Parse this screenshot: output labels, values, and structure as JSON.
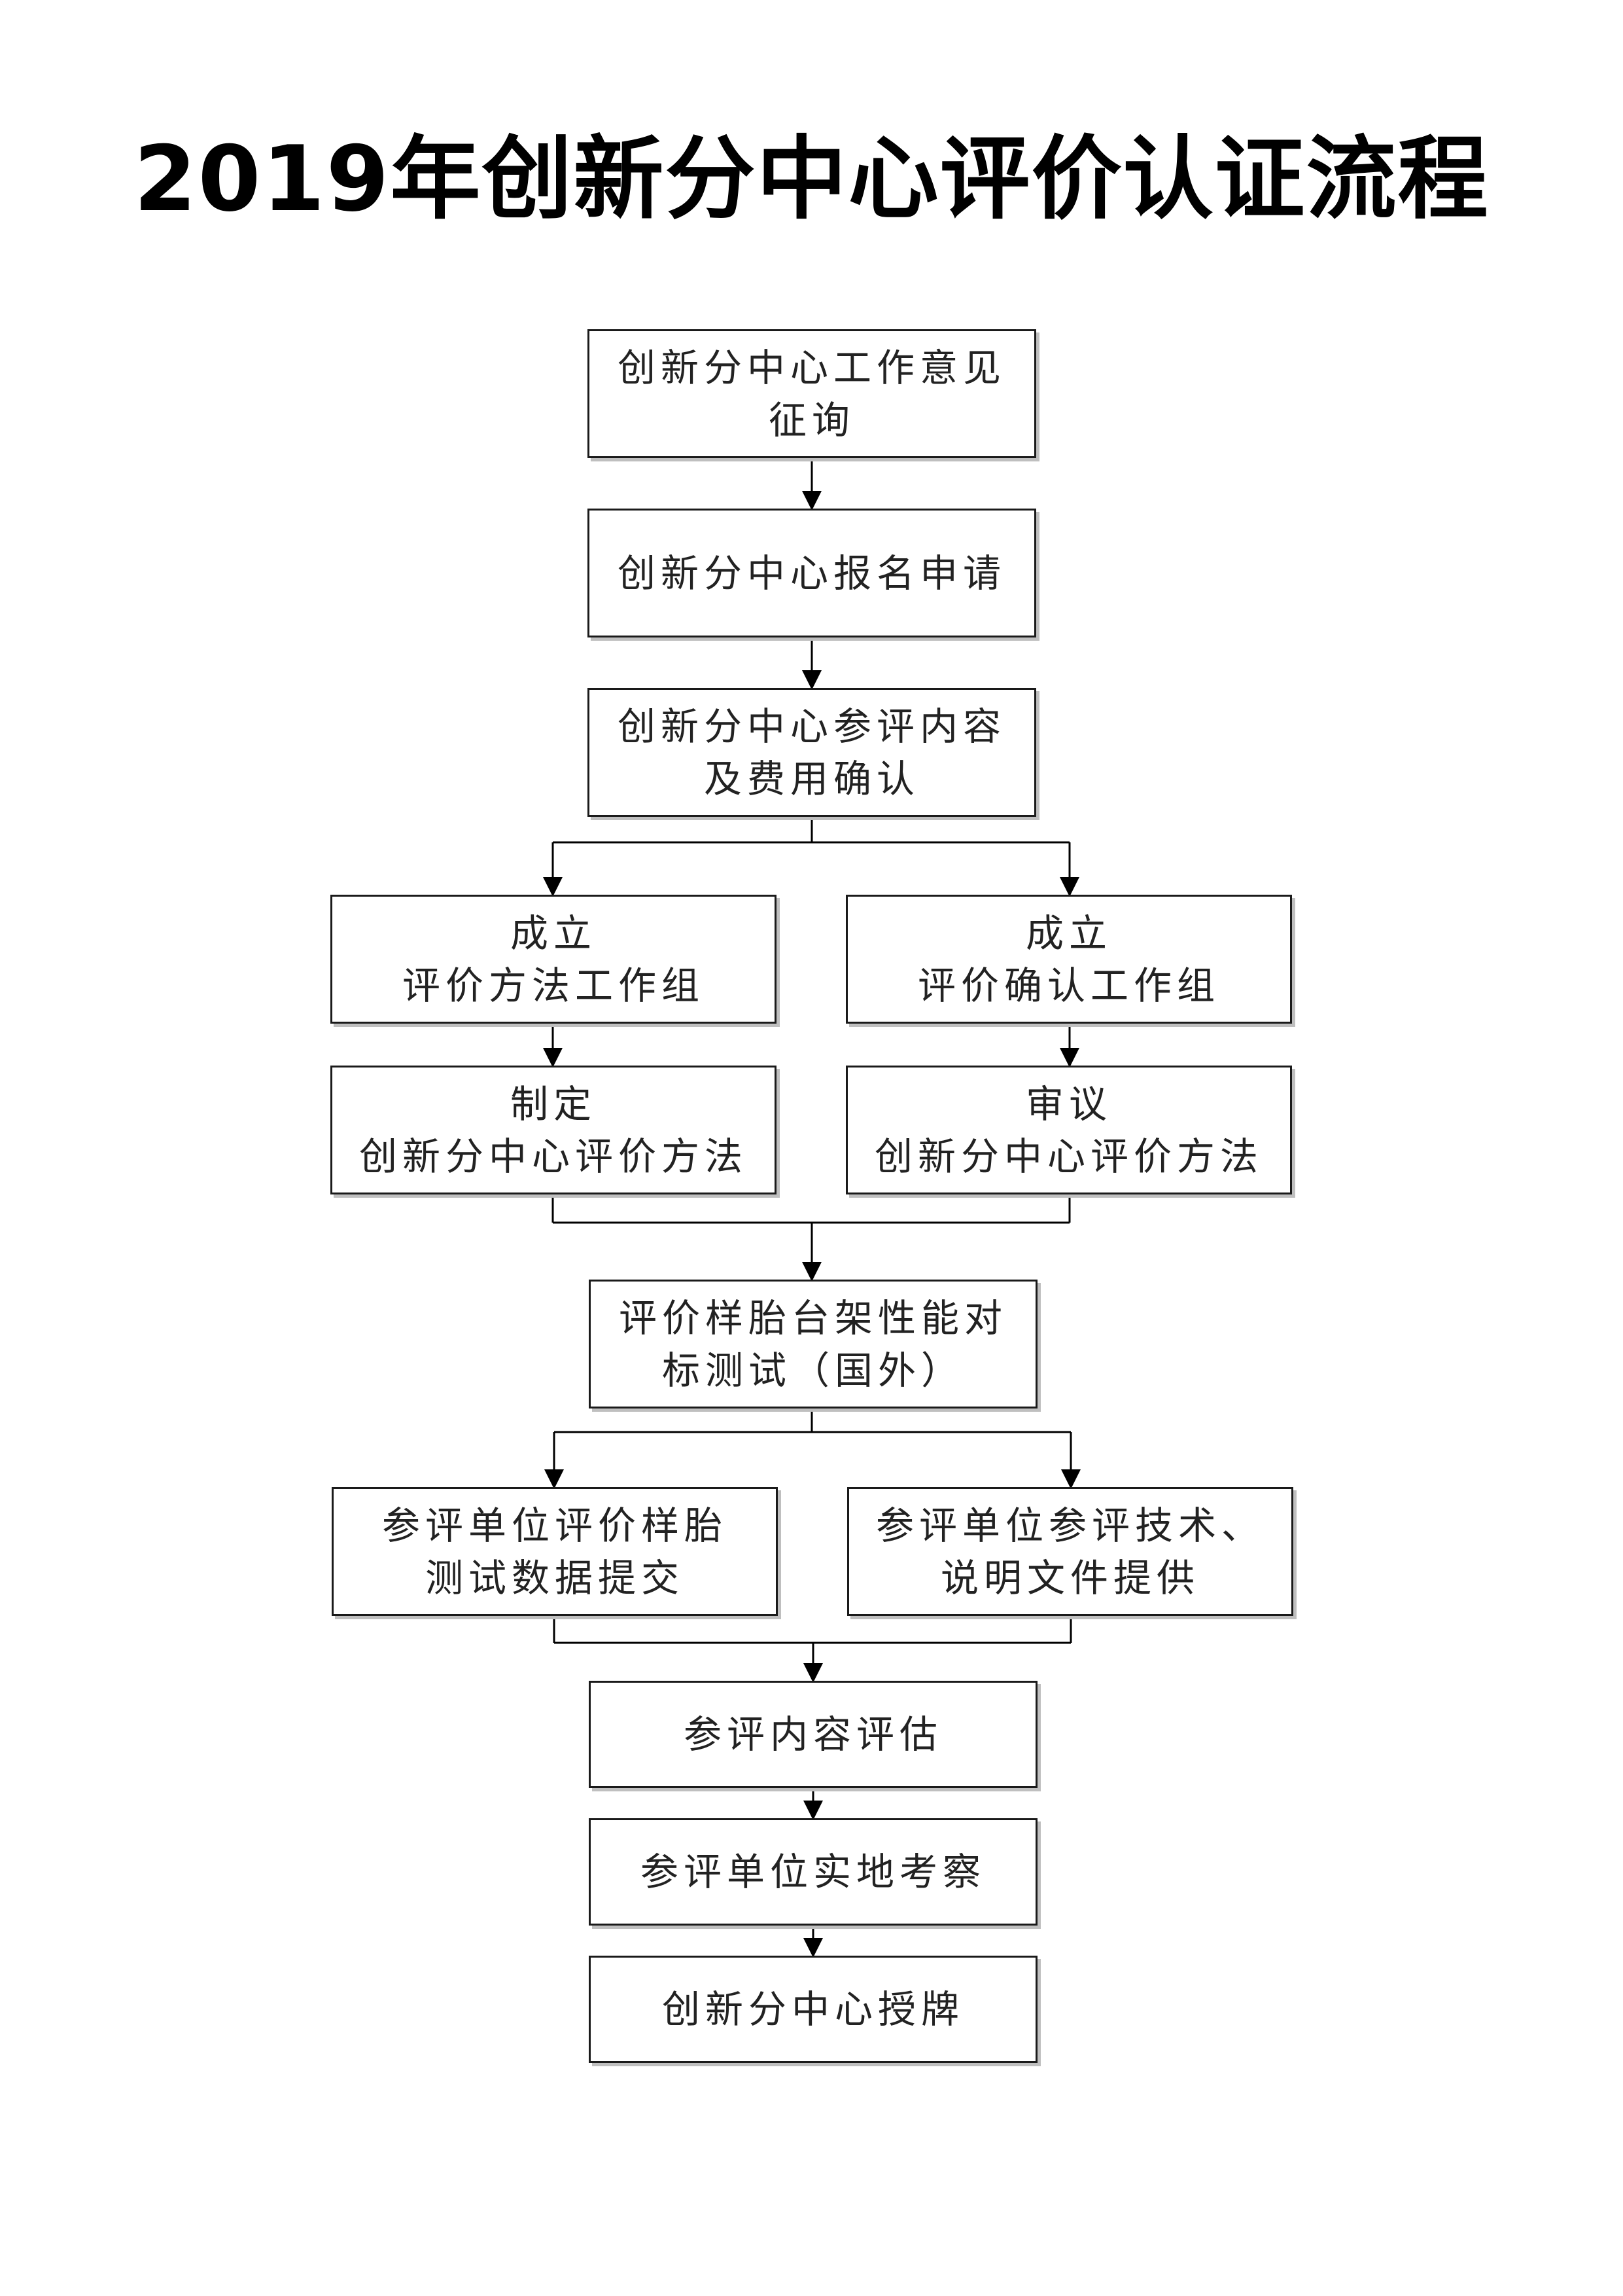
{
  "title": "2019年创新分中心评价认证流程",
  "nodes": {
    "n1": [
      "创新分中心工作意见",
      "征询"
    ],
    "n2": [
      "创新分中心报名申请"
    ],
    "n3": [
      "创新分中心参评内容",
      "及费用确认"
    ],
    "n4a": [
      "成立",
      "评价方法工作组"
    ],
    "n4b": [
      "成立",
      "评价确认工作组"
    ],
    "n5a": [
      "制定",
      "创新分中心评价方法"
    ],
    "n5b": [
      "审议",
      "创新分中心评价方法"
    ],
    "n6": [
      "评价样胎台架性能对",
      "标测试（国外）"
    ],
    "n7a": [
      "参评单位评价样胎",
      "测试数据提交"
    ],
    "n7b": [
      "参评单位参评技术、",
      "说明文件提供"
    ],
    "n8": [
      "参评内容评估"
    ],
    "n9": [
      "参评单位实地考察"
    ],
    "n10": [
      "创新分中心授牌"
    ]
  }
}
